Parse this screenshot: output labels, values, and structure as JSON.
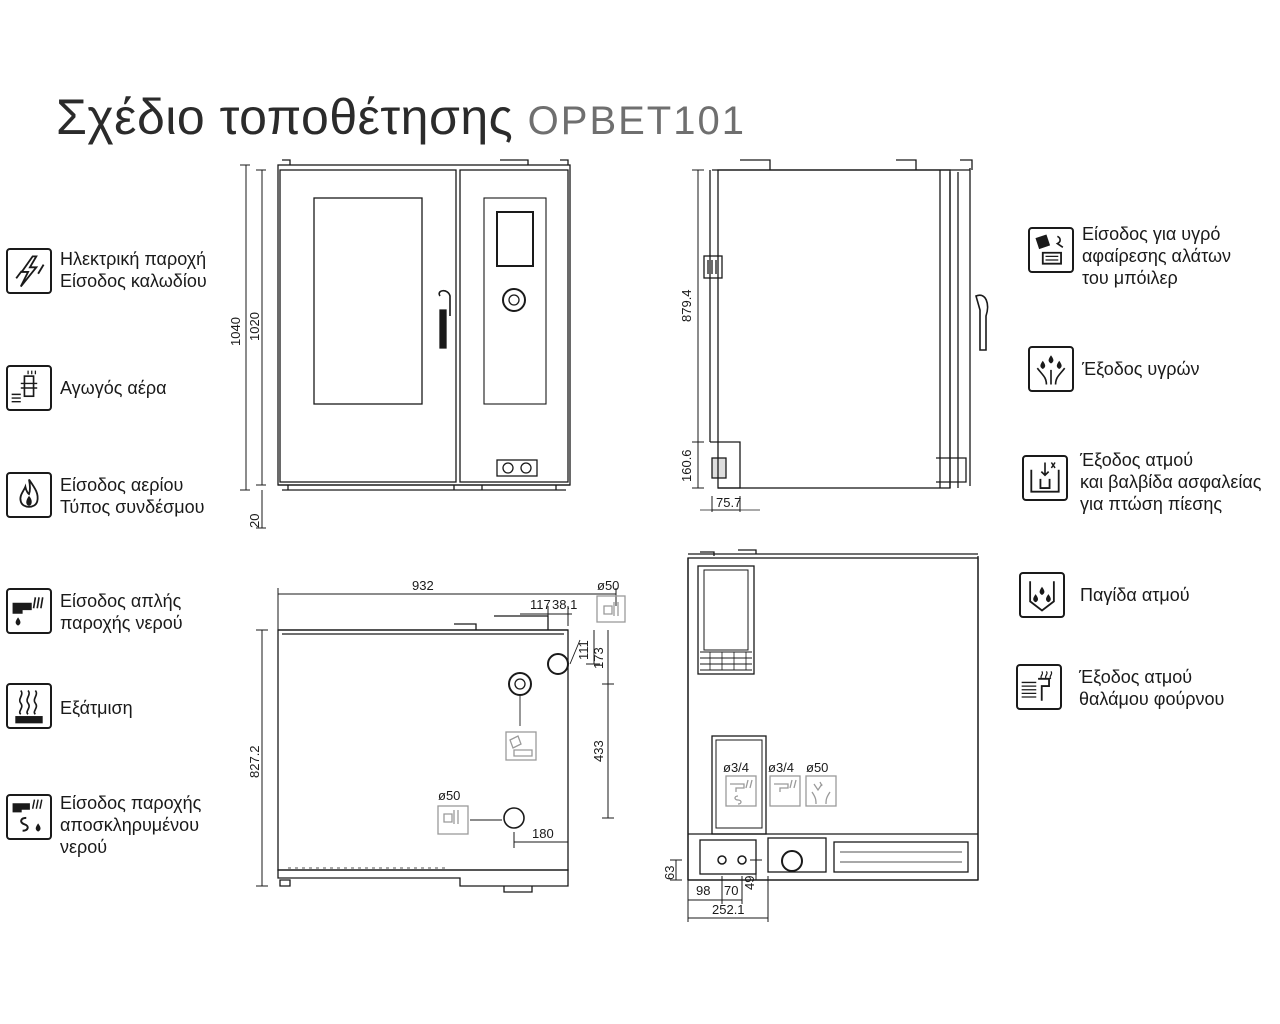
{
  "title": {
    "main": "Σχέδιο τοποθέτησης",
    "model": "OPBET101"
  },
  "legend_left": [
    {
      "icon": "electric-supply-icon",
      "lines": [
        "Ηλεκτρική παροχή",
        "Είσοδος καλωδίου"
      ]
    },
    {
      "icon": "air-vent-icon",
      "lines": [
        "Αγωγός αέρα"
      ]
    },
    {
      "icon": "gas-inlet-icon",
      "lines": [
        "Είσοδος αερίου",
        "Τύπος συνδέσμου"
      ]
    },
    {
      "icon": "water-inlet-icon",
      "lines": [
        "Είσοδος απλής",
        "παροχής νερού"
      ]
    },
    {
      "icon": "exhaust-icon",
      "lines": [
        "Εξάτμιση"
      ]
    },
    {
      "icon": "softened-water-icon",
      "lines": [
        "Είσοδος παροχής",
        "αποσκληρυμένου",
        "νερού"
      ]
    }
  ],
  "legend_right": [
    {
      "icon": "descaler-inlet-icon",
      "lines": [
        "Είσοδος για υγρό",
        "αφαίρεσης αλάτων",
        "του μπόιλερ"
      ]
    },
    {
      "icon": "liquid-outlet-icon",
      "lines": [
        "Έξοδος υγρών"
      ]
    },
    {
      "icon": "steam-valve-icon",
      "lines": [
        "Έξοδος ατμού",
        "και βαλβίδα ασφαλείας",
        "για πτώση πίεσης"
      ]
    },
    {
      "icon": "steam-trap-icon",
      "lines": [
        "Παγίδα ατμού"
      ]
    },
    {
      "icon": "oven-steam-outlet-icon",
      "lines": [
        "Έξοδος ατμού",
        "θαλάμου φούρνου"
      ]
    }
  ],
  "dimensions": {
    "front_height_total": "1040",
    "front_height_body": "1020",
    "front_feet": "20",
    "side_height_connection": "879.4",
    "side_height_lower": "160.6",
    "side_depth_offset": "75.7",
    "top_width": "932",
    "top_depth": "827.2",
    "top_117": "117",
    "top_38_1": "38.1",
    "top_111": "111",
    "top_173": "173",
    "top_433": "433",
    "top_180": "180",
    "top_d50_a": "ø50",
    "top_d50_b": "ø50",
    "back_d3_4_a": "ø3/4",
    "back_d3_4_b": "ø3/4",
    "back_d50": "ø50",
    "back_63": "63",
    "back_98": "98",
    "back_70": "70",
    "back_49": "49",
    "back_252_1": "252.1"
  }
}
